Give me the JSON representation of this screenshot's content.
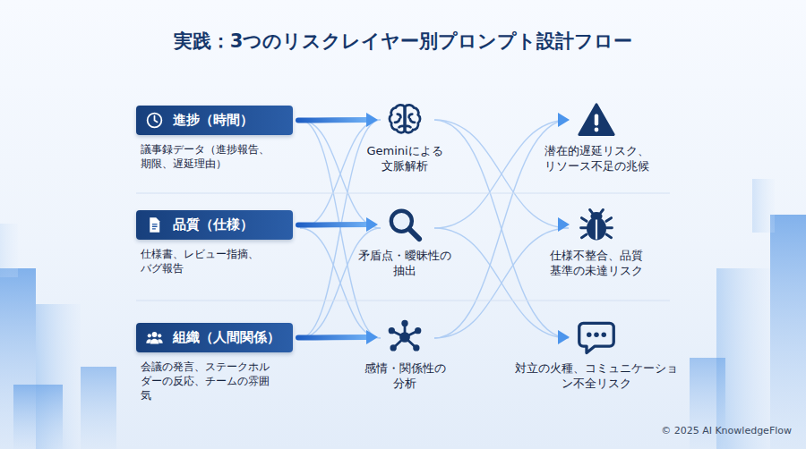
{
  "diagram": {
    "title": "実践：3つのリスクレイヤー別プロンプト設計フロー",
    "nodes": [
      {
        "text": [
          "進捗（時間）",
          "議事録データ（進捗報告、期限、遅延理由）"
        ]
      },
      {
        "text": [
          "Geminiによる文脈解析"
        ]
      },
      {
        "text": [
          "潜在的遅延リスク、リソース不足の兆候"
        ]
      },
      {
        "text": [
          "品質（仕様）",
          "仕様書、レビュー指摘、バグ報告"
        ]
      },
      {
        "text": [
          "矛盾点・曖昧性の抽出"
        ]
      },
      {
        "text": [
          "仕様不整合、品質基準の未達リスク"
        ]
      },
      {
        "text": [
          "組織（人間関係）",
          "会議の発言、ステークホルダーの反応、チームの雰囲気"
        ]
      },
      {
        "text": [
          "感情・関係性の分析"
        ]
      },
      {
        "text": [
          "対立の火種、コミュニケーション不全リスク"
        ]
      }
    ],
    "edges": [
      {
        "from": 0,
        "to": 1,
        "arrow": "to"
      },
      {
        "from": 1,
        "to": 2,
        "arrow": "to"
      },
      {
        "from": 3,
        "to": 4,
        "arrow": "to"
      },
      {
        "from": 4,
        "to": 5,
        "arrow": "to"
      },
      {
        "from": 6,
        "to": 7,
        "arrow": "to"
      },
      {
        "from": 7,
        "to": 8,
        "arrow": "to"
      }
    ],
    "labels": [
      "© 2025 AI KnowledgeFlow"
    ]
  }
}
